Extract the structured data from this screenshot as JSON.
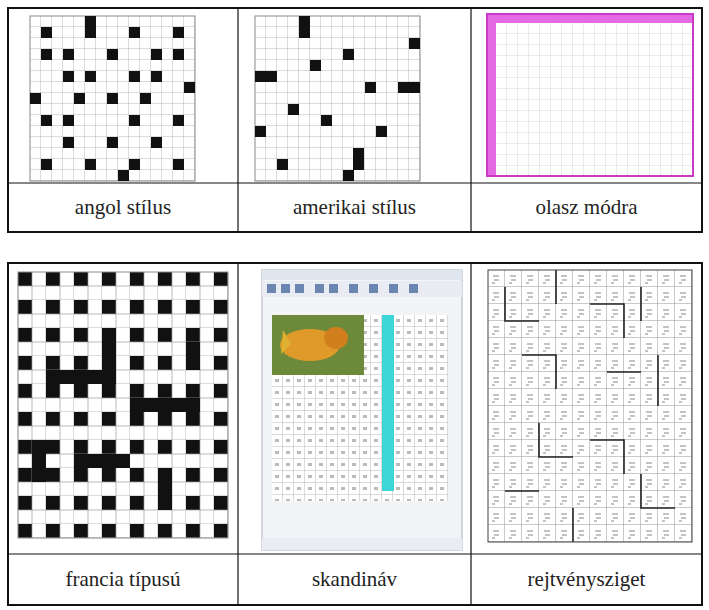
{
  "diagram": {
    "labels": [
      "angol stílus",
      "amerikai stílus",
      "olasz módra",
      "francia típusú",
      "skandináv",
      "rejtvénysziget"
    ]
  }
}
